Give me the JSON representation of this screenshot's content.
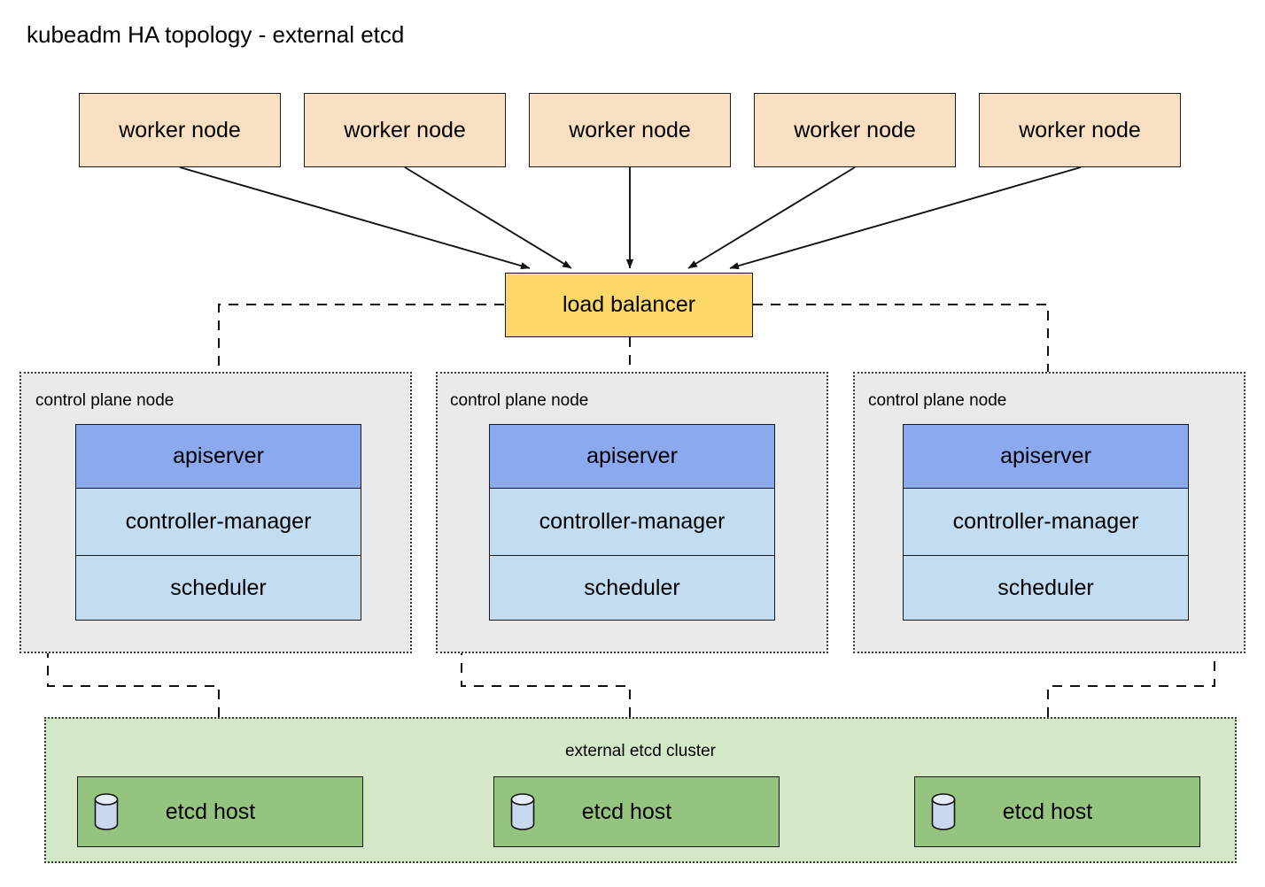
{
  "diagram": {
    "title": "kubeadm HA topology - external etcd",
    "colors": {
      "worker_node_fill": "#fae0c3",
      "load_balancer_fill": "#fbd867",
      "control_plane_fill": "#eaeaea",
      "apiserver_fill": "#8aa9ef",
      "component_fill": "#c2dcf2",
      "etcd_cluster_fill": "#d3e8c6",
      "etcd_host_fill": "#95c47f",
      "db_icon_fill": "#c8d8ef",
      "stroke": "#1a1a1a"
    },
    "worker_nodes": [
      {
        "label": "worker node"
      },
      {
        "label": "worker node"
      },
      {
        "label": "worker node"
      },
      {
        "label": "worker node"
      },
      {
        "label": "worker node"
      }
    ],
    "load_balancer": {
      "label": "load balancer"
    },
    "control_plane_nodes": [
      {
        "label": "control plane node",
        "components": [
          {
            "name": "apiserver",
            "label": "apiserver"
          },
          {
            "name": "controller-manager",
            "label": "controller-manager"
          },
          {
            "name": "scheduler",
            "label": "scheduler"
          }
        ]
      },
      {
        "label": "control plane node",
        "components": [
          {
            "name": "apiserver",
            "label": "apiserver"
          },
          {
            "name": "controller-manager",
            "label": "controller-manager"
          },
          {
            "name": "scheduler",
            "label": "scheduler"
          }
        ]
      },
      {
        "label": "control plane node",
        "components": [
          {
            "name": "apiserver",
            "label": "apiserver"
          },
          {
            "name": "controller-manager",
            "label": "controller-manager"
          },
          {
            "name": "scheduler",
            "label": "scheduler"
          }
        ]
      }
    ],
    "etcd_cluster": {
      "label": "external etcd cluster",
      "hosts": [
        {
          "label": "etcd host",
          "icon": "database-cylinder-icon"
        },
        {
          "label": "etcd host",
          "icon": "database-cylinder-icon"
        },
        {
          "label": "etcd host",
          "icon": "database-cylinder-icon"
        }
      ]
    },
    "connections": {
      "worker_to_lb": "solid arrow",
      "lb_to_apiserver": "dashed line",
      "apiserver_to_etcd": "dashed arrow"
    }
  }
}
